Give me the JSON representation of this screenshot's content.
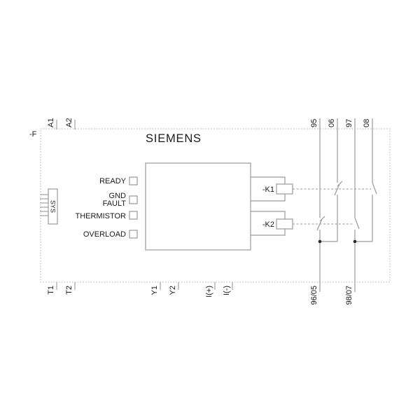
{
  "diagram": {
    "brand": "SIEMENS",
    "device_tag": "-F",
    "connector_label": "SYS",
    "indicators": [
      {
        "label": "READY"
      },
      {
        "label": "GND FAULT",
        "line1": "GND",
        "line2": "FAULT"
      },
      {
        "label": "THERMISTOR"
      },
      {
        "label": "OVERLOAD"
      }
    ],
    "relays": [
      {
        "label": "-K1"
      },
      {
        "label": "-K2"
      }
    ],
    "terminals": {
      "top_left": [
        "A1",
        "A2"
      ],
      "top_right": [
        "95",
        "06",
        "97",
        "08"
      ],
      "bottom_left": [
        "T1",
        "T2",
        "Y1",
        "Y2",
        "I(+)",
        "I(-)"
      ],
      "bottom_right": [
        "96/05",
        "98/07"
      ]
    },
    "colors": {
      "line_gray": "#9a9a9a",
      "enclosure_gray": "#aeaeae",
      "text_black": "#1a1a1a",
      "background": "#ffffff"
    }
  }
}
